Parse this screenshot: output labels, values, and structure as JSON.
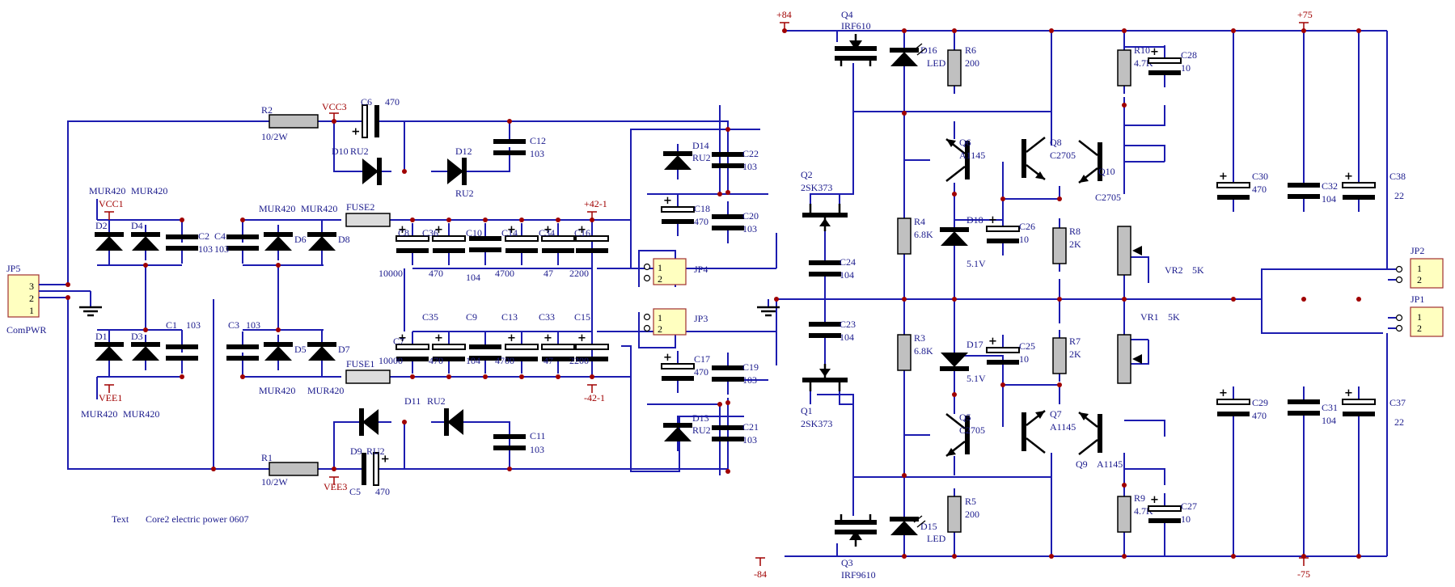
{
  "rails": {
    "p84": "+84",
    "n84": "-84",
    "p75": "+75",
    "n75": "-75",
    "p42": "+42-1",
    "n42": "-42-1",
    "vcc1": "VCC1",
    "vee1": "VEE1",
    "vcc3": "VCC3",
    "vee3": "VEE3"
  },
  "connectors": {
    "jp5": {
      "ref": "JP5",
      "name": "ComPWR",
      "pins": [
        "3",
        "2",
        "1"
      ]
    },
    "jp4": {
      "ref": "JP4",
      "pins": [
        "1",
        "2"
      ]
    },
    "jp3": {
      "ref": "JP3",
      "pins": [
        "1",
        "2"
      ]
    },
    "jp2": {
      "ref": "JP2",
      "pins": [
        "1",
        "2"
      ]
    },
    "jp1": {
      "ref": "JP1",
      "pins": [
        "1",
        "2"
      ]
    }
  },
  "fuses": {
    "fuse1": "FUSE1",
    "fuse2": "FUSE2"
  },
  "parts": {
    "r1": {
      "ref": "R1",
      "val": "10/2W"
    },
    "r2": {
      "ref": "R2",
      "val": "10/2W"
    },
    "r3": {
      "ref": "R3",
      "val": "6.8K"
    },
    "r4": {
      "ref": "R4",
      "val": "6.8K"
    },
    "r5": {
      "ref": "R5",
      "val": "200"
    },
    "r6": {
      "ref": "R6",
      "val": "200"
    },
    "r7": {
      "ref": "R7",
      "val": "2K"
    },
    "r8": {
      "ref": "R8",
      "val": "2K"
    },
    "r9": {
      "ref": "R9",
      "val": "4.7K"
    },
    "r10": {
      "ref": "R10",
      "val": "4.7K"
    },
    "vr1": {
      "ref": "VR1",
      "val": "5K"
    },
    "vr2": {
      "ref": "VR2",
      "val": "5K"
    },
    "c1": {
      "ref": "C1",
      "val": "103"
    },
    "c2": {
      "ref": "C2",
      "val": "103"
    },
    "c3": {
      "ref": "C3",
      "val": "103"
    },
    "c4": {
      "ref": "C4",
      "val": "103"
    },
    "c5": {
      "ref": "C5",
      "val": "470"
    },
    "c6": {
      "ref": "C6",
      "val": "470"
    },
    "c7": {
      "ref": "C7",
      "val": "10000"
    },
    "c8": {
      "ref": "C8",
      "val": "10000"
    },
    "c9": {
      "ref": "C9",
      "val": "104"
    },
    "c10": {
      "ref": "C10",
      "val": "104"
    },
    "c11": {
      "ref": "C11",
      "val": "103"
    },
    "c12": {
      "ref": "C12",
      "val": "103"
    },
    "c13": {
      "ref": "C13",
      "val": "4700"
    },
    "c14": {
      "ref": "C14",
      "val": "4700"
    },
    "c15": {
      "ref": "C15",
      "val": "2200"
    },
    "c16": {
      "ref": "C16",
      "val": "2200"
    },
    "c17": {
      "ref": "C17",
      "val": "470"
    },
    "c18": {
      "ref": "C18",
      "val": "470"
    },
    "c19": {
      "ref": "C19",
      "val": "103"
    },
    "c20": {
      "ref": "C20",
      "val": "103"
    },
    "c21": {
      "ref": "C21",
      "val": "103"
    },
    "c22": {
      "ref": "C22",
      "val": "103"
    },
    "c23": {
      "ref": "C23",
      "val": "104"
    },
    "c24": {
      "ref": "C24",
      "val": "104"
    },
    "c25": {
      "ref": "C25",
      "val": "10"
    },
    "c26": {
      "ref": "C26",
      "val": "10"
    },
    "c27": {
      "ref": "C27",
      "val": "10"
    },
    "c28": {
      "ref": "C28",
      "val": "10"
    },
    "c29": {
      "ref": "C29",
      "val": "470"
    },
    "c30": {
      "ref": "C30",
      "val": "470"
    },
    "c31": {
      "ref": "C31",
      "val": "104"
    },
    "c32": {
      "ref": "C32",
      "val": "104"
    },
    "c33": {
      "ref": "C33",
      "val": "47"
    },
    "c34": {
      "ref": "C34",
      "val": "47"
    },
    "c35": {
      "ref": "C35",
      "val": "470"
    },
    "c36": {
      "ref": "C36",
      "val": "470"
    },
    "c37": {
      "ref": "C37",
      "val": "22"
    },
    "c38": {
      "ref": "C38",
      "val": "22"
    },
    "d1": {
      "ref": "D1"
    },
    "d2": {
      "ref": "D2"
    },
    "d3": {
      "ref": "D3"
    },
    "d4": {
      "ref": "D4"
    },
    "d5": {
      "ref": "D5"
    },
    "d6": {
      "ref": "D6"
    },
    "d7": {
      "ref": "D7"
    },
    "d8": {
      "ref": "D8"
    },
    "d9": {
      "ref": "D9",
      "val": "RU2"
    },
    "d10": {
      "ref": "D10",
      "val": "RU2"
    },
    "d11": {
      "ref": "D11",
      "val": "RU2"
    },
    "d12": {
      "ref": "D12",
      "val": "RU2"
    },
    "d13": {
      "ref": "D13",
      "val": "RU2"
    },
    "d14": {
      "ref": "D14",
      "val": "RU2"
    },
    "d15": {
      "ref": "D15",
      "val": "LED"
    },
    "d16": {
      "ref": "D16",
      "val": "LED"
    },
    "d17": {
      "ref": "D17",
      "val": "5.1V"
    },
    "d18": {
      "ref": "D18",
      "val": "5.1V"
    },
    "q1": {
      "ref": "Q1",
      "val": "2SK373"
    },
    "q2": {
      "ref": "Q2",
      "val": "2SK373"
    },
    "q3": {
      "ref": "Q3",
      "val": "IRF9610"
    },
    "q4": {
      "ref": "Q4",
      "val": "IRF610"
    },
    "q5": {
      "ref": "Q5",
      "val": "C2705"
    },
    "q6": {
      "ref": "Q6",
      "val": "A1145"
    },
    "q7": {
      "ref": "Q7",
      "val": "A1145"
    },
    "q8": {
      "ref": "Q8",
      "val": "C2705"
    },
    "q9": {
      "ref": "Q9",
      "val": "A1145"
    },
    "q10": {
      "ref": "Q10",
      "val": "C2705"
    }
  },
  "diode_part": "MUR420",
  "note": {
    "key": "Text",
    "value": "Core2 electric power  0607"
  }
}
